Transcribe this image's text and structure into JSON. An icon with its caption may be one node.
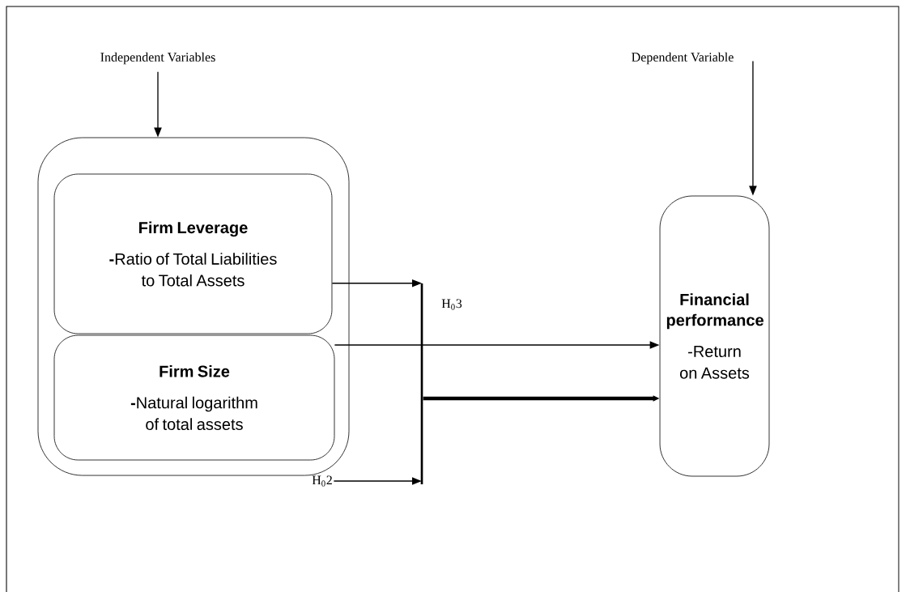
{
  "diagram": {
    "nodes": [
      {
        "text": [],
        "shape": "box"
      },
      {
        "text": [
          "Firm Leverage",
          "**-**Ratio of Total Liabilities to Total Assets"
        ],
        "in": 0
      },
      {
        "text": [
          "Firm Size",
          "**-**Natural logarithm of total assets"
        ],
        "in": 0
      },
      {
        "text": [
          "Financial performance",
          "-Return on Assets"
        ]
      },
      {
        "text": [
          "Independent Variables"
        ]
      },
      {
        "text": [
          "Dependent Variable"
        ]
      },
      {
        "text": [],
        "shape": "bar"
      },
      {
        "text": [
          "H$_{0}$2"
        ]
      }
    ],
    "edges": [
      {
        "from": 4,
        "to": 0,
        "arrow": "to"
      },
      {
        "from": 5,
        "to": 3,
        "arrow": "to"
      },
      {
        "from": 1,
        "to": 6,
        "arrow": "to"
      },
      {
        "from": 2,
        "to": 3,
        "arrow": "to"
      },
      {
        "from": 6,
        "to": 3,
        "arrow": "to",
        "style": "thick"
      },
      {
        "from": 7,
        "to": 6,
        "arrow": "to"
      }
    ],
    "labels": [
      "H$_{0}$3"
    ]
  }
}
